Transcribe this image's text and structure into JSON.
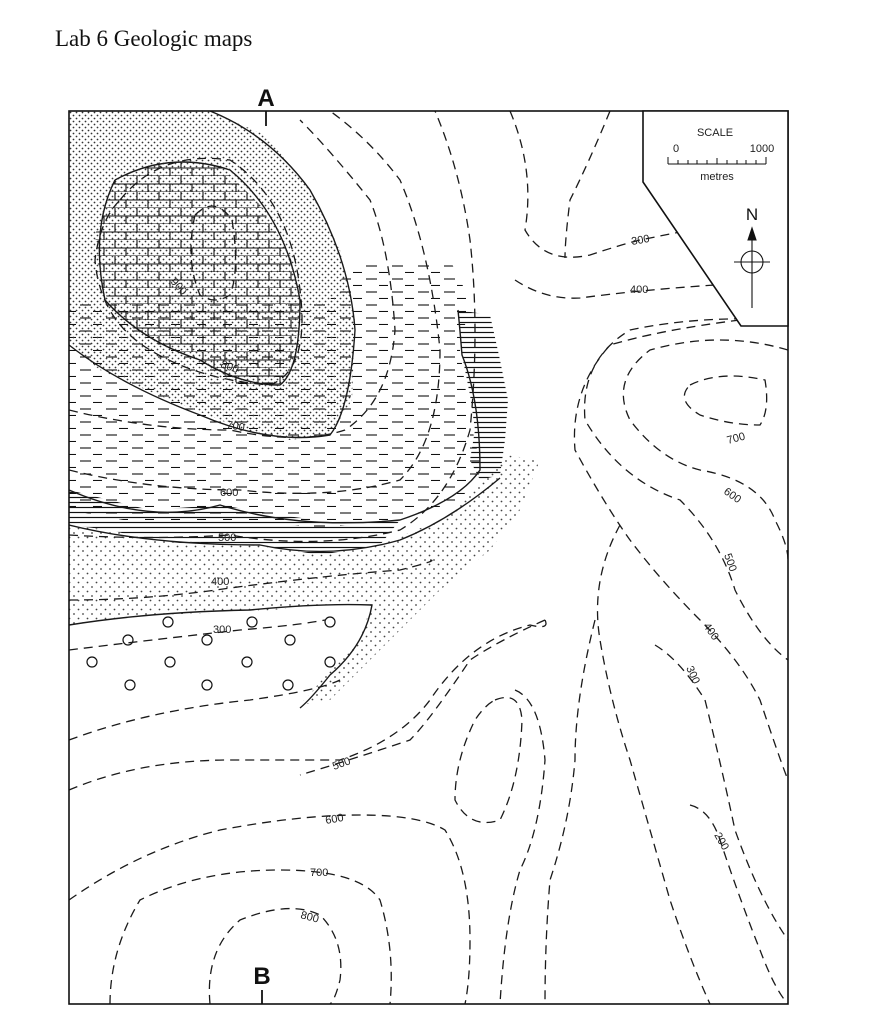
{
  "page_title": "Lab 6 Geologic maps",
  "section_labels": {
    "start": "A",
    "end": "B"
  },
  "scale": {
    "title": "SCALE",
    "start": "0",
    "end": "1000",
    "unit": "metres"
  },
  "north_label": "N",
  "contours": [
    {
      "id": "c900",
      "label": "900"
    },
    {
      "id": "c800-nw",
      "label": "800"
    },
    {
      "id": "c700-nw",
      "label": "700"
    },
    {
      "id": "c600-w",
      "label": "600"
    },
    {
      "id": "c500-w",
      "label": "500"
    },
    {
      "id": "c400-w",
      "label": "400"
    },
    {
      "id": "c300-w",
      "label": "300"
    },
    {
      "id": "c300-n",
      "label": "300"
    },
    {
      "id": "c400-n",
      "label": "400"
    },
    {
      "id": "c700-e",
      "label": "700"
    },
    {
      "id": "c600-e",
      "label": "600"
    },
    {
      "id": "c500-e",
      "label": "500"
    },
    {
      "id": "c400-e",
      "label": "400"
    },
    {
      "id": "c300-e",
      "label": "300"
    },
    {
      "id": "c200-e",
      "label": "200"
    },
    {
      "id": "c500-s",
      "label": "500"
    },
    {
      "id": "c600-s",
      "label": "600"
    },
    {
      "id": "c700-s",
      "label": "700"
    },
    {
      "id": "c800-s",
      "label": "800"
    }
  ]
}
